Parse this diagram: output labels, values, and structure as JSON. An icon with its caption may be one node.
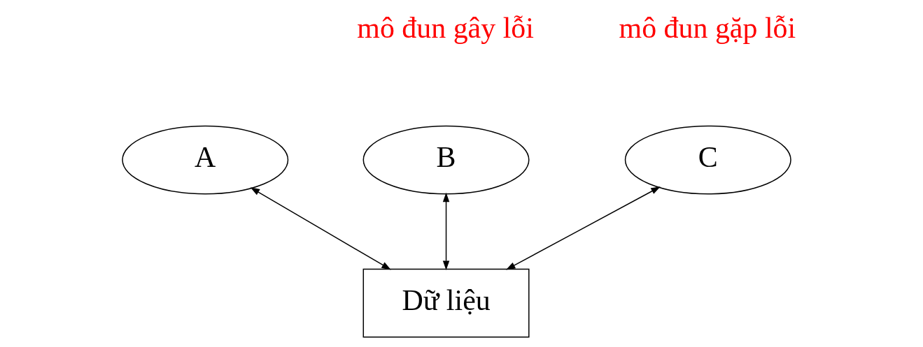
{
  "diagram": {
    "nodes": [
      {
        "text": [
          "A"
        ]
      },
      {
        "text": [
          "B"
        ],
        "beside": [
          "mô đun gây lỗi"
        ]
      },
      {
        "text": [
          "C"
        ],
        "beside": [
          "mô đun gặp lỗi"
        ]
      },
      {
        "text": [
          "Dữ liệu"
        ]
      }
    ],
    "edges": [
      {
        "from": 0,
        "to": 3,
        "arrow": "both"
      },
      {
        "from": 1,
        "to": 3,
        "arrow": "both"
      },
      {
        "from": 2,
        "to": 3,
        "arrow": "both"
      }
    ]
  }
}
